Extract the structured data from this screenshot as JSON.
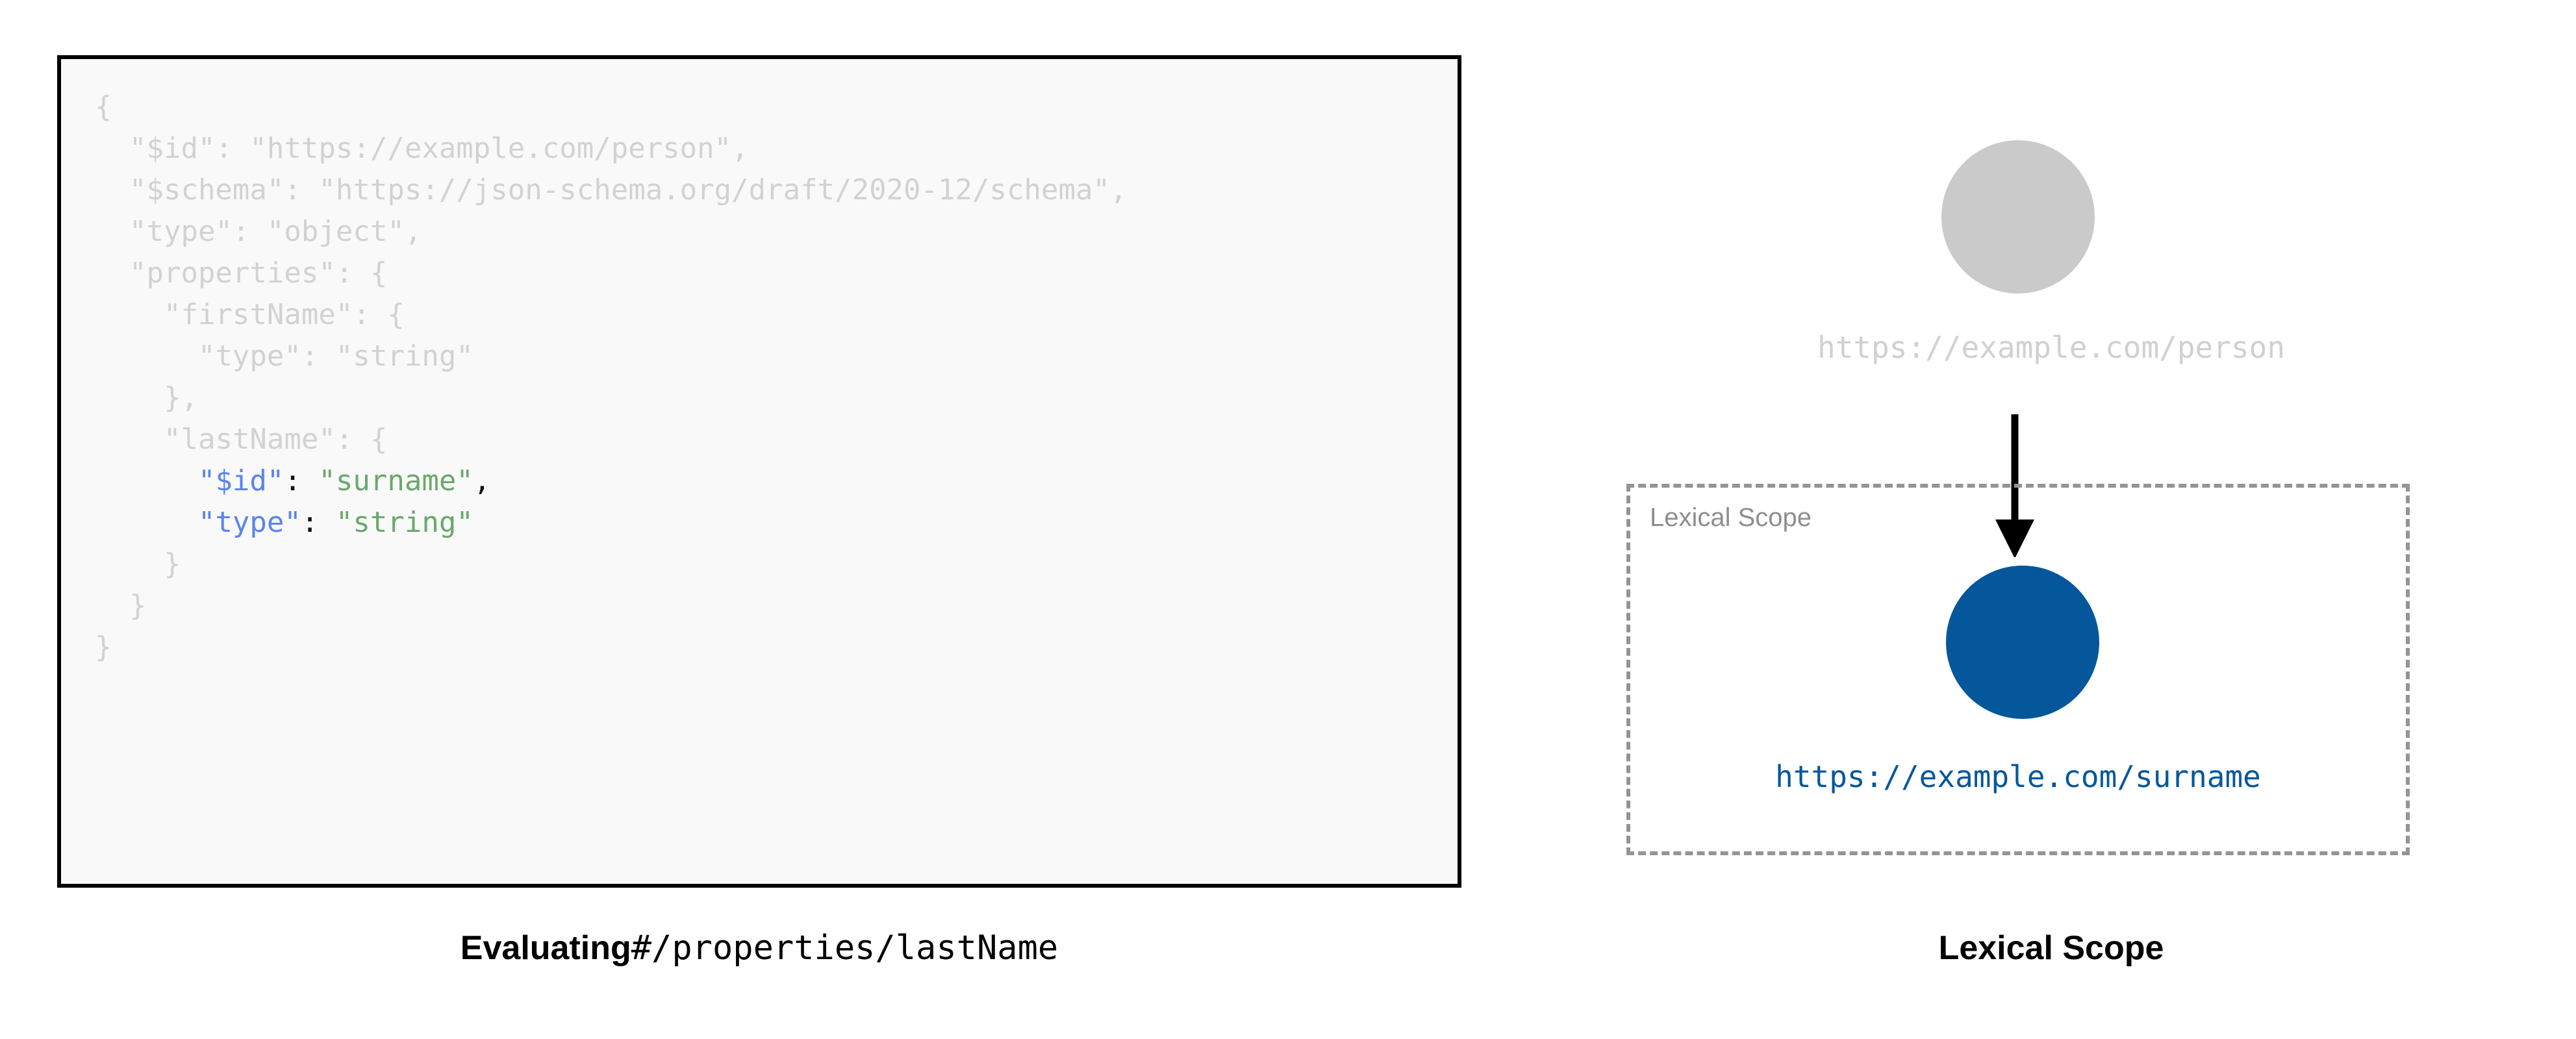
{
  "code_panel": {
    "caption_strong": "Evaluating",
    "caption_mono": "#/properties/lastName",
    "background": "#f9f9f9",
    "border_color": "#000000",
    "dim_color": "#d2d2d2",
    "key_color": "#5a84ef",
    "string_color": "#69a96b",
    "lines": [
      {
        "indent": 0,
        "segments": [
          {
            "text": "{",
            "style": "dim"
          }
        ]
      },
      {
        "indent": 1,
        "segments": [
          {
            "text": "\"$id\": \"https://example.com/person\",",
            "style": "dim"
          }
        ]
      },
      {
        "indent": 1,
        "segments": [
          {
            "text": "\"$schema\": \"https://json-schema.org/draft/2020-12/schema\",",
            "style": "dim"
          }
        ]
      },
      {
        "indent": 1,
        "segments": [
          {
            "text": "\"type\": \"object\",",
            "style": "dim"
          }
        ]
      },
      {
        "indent": 1,
        "segments": [
          {
            "text": "\"properties\": {",
            "style": "dim"
          }
        ]
      },
      {
        "indent": 2,
        "segments": [
          {
            "text": "\"firstName\": {",
            "style": "dim"
          }
        ]
      },
      {
        "indent": 3,
        "segments": [
          {
            "text": "\"type\": \"string\"",
            "style": "dim"
          }
        ]
      },
      {
        "indent": 2,
        "segments": [
          {
            "text": "},",
            "style": "dim"
          }
        ]
      },
      {
        "indent": 2,
        "segments": [
          {
            "text": "\"lastName\": {",
            "style": "dim"
          }
        ]
      },
      {
        "indent": 3,
        "segments": [
          {
            "text": "\"$id\"",
            "style": "key"
          },
          {
            "text": ": ",
            "style": "punc"
          },
          {
            "text": "\"surname\"",
            "style": "str"
          },
          {
            "text": ",",
            "style": "punc"
          }
        ]
      },
      {
        "indent": 3,
        "segments": [
          {
            "text": "\"type\"",
            "style": "key"
          },
          {
            "text": ": ",
            "style": "punc"
          },
          {
            "text": "\"string\"",
            "style": "str"
          }
        ]
      },
      {
        "indent": 2,
        "segments": [
          {
            "text": "}",
            "style": "dim"
          }
        ]
      },
      {
        "indent": 1,
        "segments": [
          {
            "text": "}",
            "style": "dim"
          }
        ]
      },
      {
        "indent": 0,
        "segments": [
          {
            "text": "}",
            "style": "dim"
          }
        ]
      }
    ]
  },
  "diagram_panel": {
    "caption": "Lexical Scope",
    "outer_node": {
      "label": "https://example.com/person",
      "fill": "#cacaca",
      "label_color": "#d0d0d0"
    },
    "arrow": {
      "name": "downward-arrow",
      "color": "#000000"
    },
    "scope_box": {
      "label": "Lexical Scope",
      "border_color": "#949494",
      "label_color": "#8e8e8e",
      "border_style": "dashed"
    },
    "inner_node": {
      "label": "https://example.com/surname",
      "fill": "#05579c",
      "label_color": "#05579c"
    }
  }
}
